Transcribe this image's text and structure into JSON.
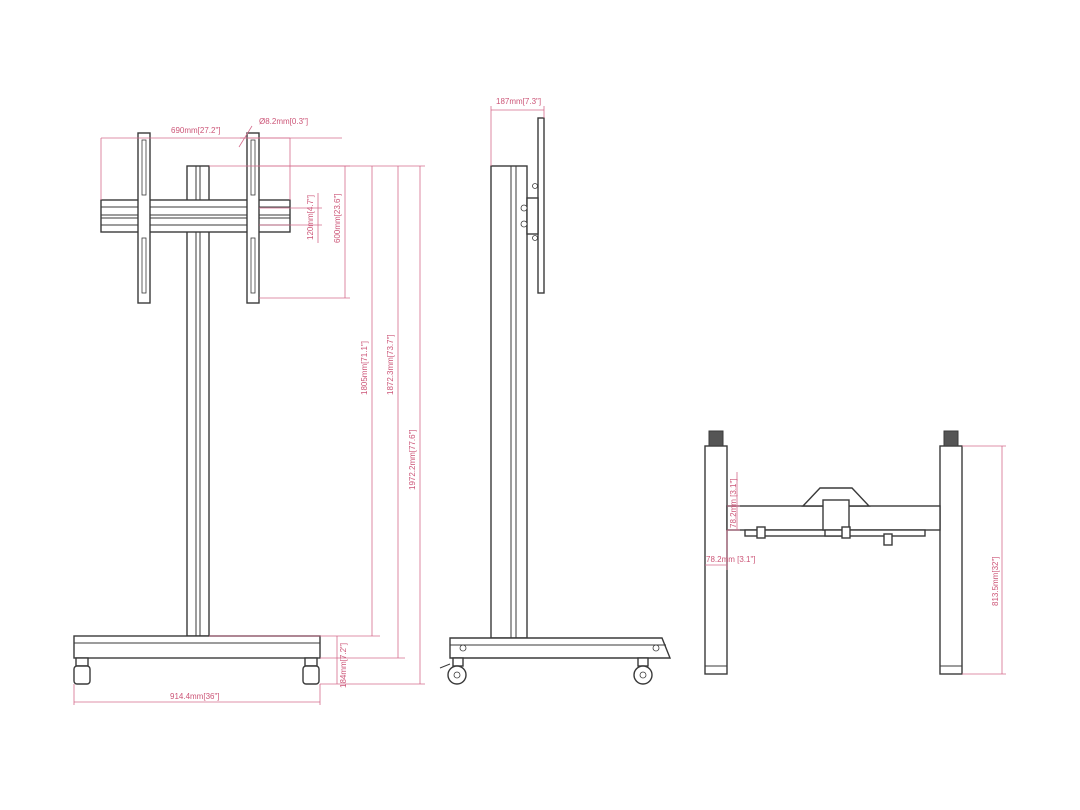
{
  "dimensions": {
    "bracket_width": "690mm[27.2\"]",
    "hole_diameter": "Ø8.2mm[0.3\"]",
    "vesa_min": "120mm[4.7\"]",
    "vesa_max": "600mm[23.6\"]",
    "height_low": "1805mm[71.1\"]",
    "height_mid": "1872.3mm[73.7\"]",
    "height_total": "1972.2mm[77.6\"]",
    "base_height": "184mm[7.2\"]",
    "base_width": "914.4mm[36\"]",
    "depth": "187mm[7.3\"]",
    "arm_offset_top": "78.2mm [3.1\"]",
    "arm_offset_side": "78.2mm [3.1\"]",
    "base_depth": "813.5mm[32\"]"
  },
  "colors": {
    "line": "#3a3a3a",
    "dimension": "#d56b8c",
    "dimension_text": "#cc5577"
  }
}
